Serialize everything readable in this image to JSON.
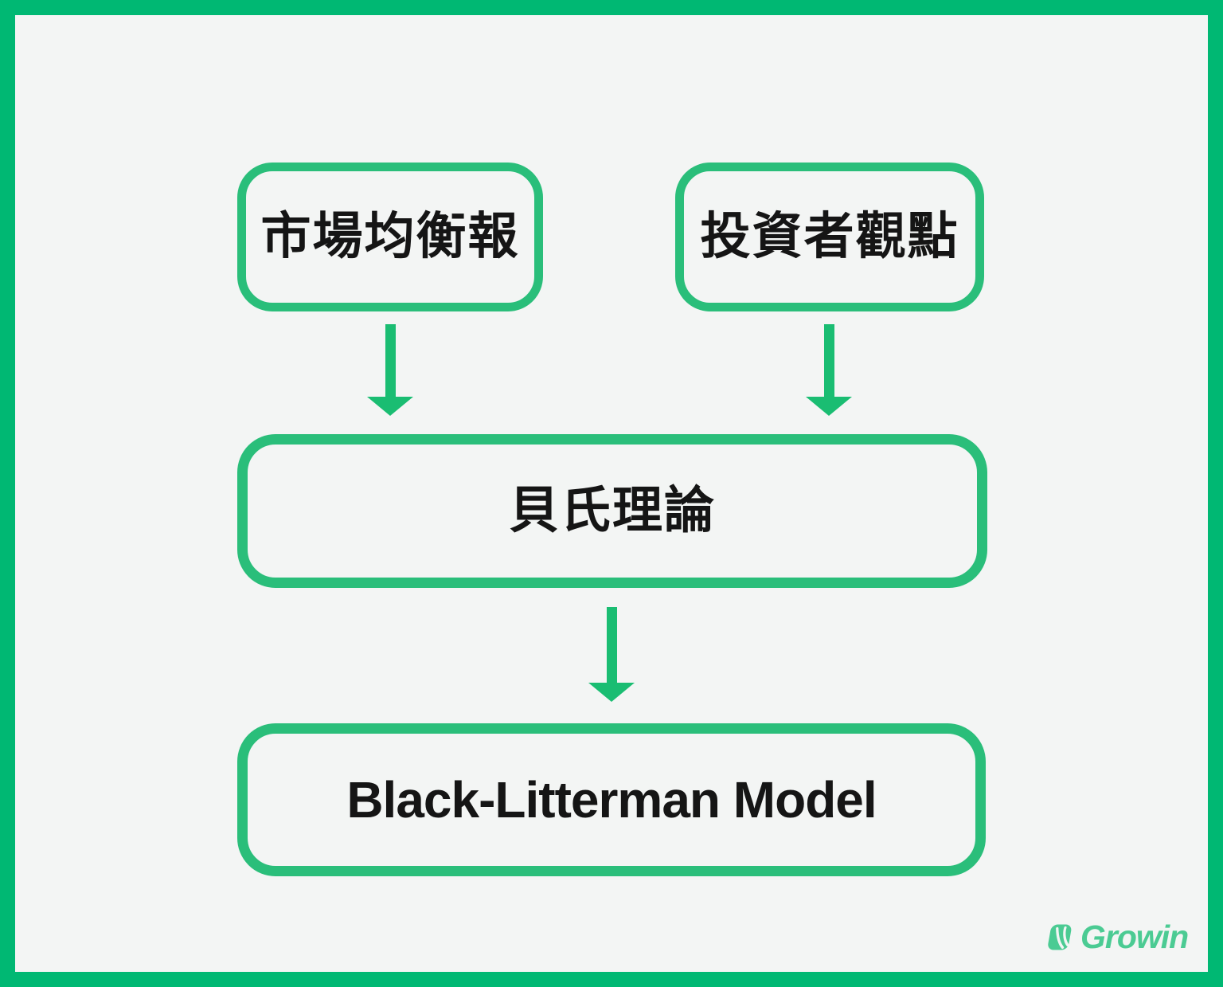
{
  "nodes": {
    "market_equilibrium": {
      "label": "市場均衡報"
    },
    "investor_views": {
      "label": "投資者觀點"
    },
    "bayes_theory": {
      "label": "貝氏理論"
    },
    "black_litterman": {
      "label": "Black-Litterman Model"
    }
  },
  "arrows": [
    {
      "from": "market_equilibrium",
      "to": "bayes_theory"
    },
    {
      "from": "investor_views",
      "to": "bayes_theory"
    },
    {
      "from": "bayes_theory",
      "to": "black_litterman"
    }
  ],
  "logo": {
    "text": "Growin",
    "icon": "growin-leaf-icon"
  },
  "colors": {
    "frame": "#00b873",
    "node_border": "#2abe7a",
    "arrow": "#1abd72",
    "logo": "#4bcb93",
    "background": "#f3f5f4",
    "text": "#151515"
  }
}
